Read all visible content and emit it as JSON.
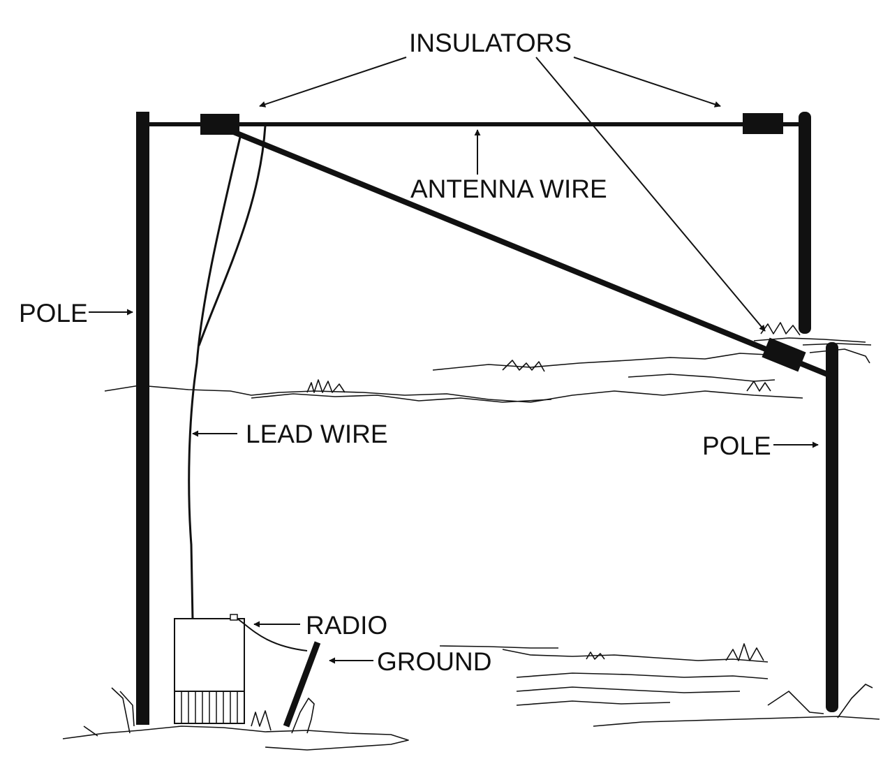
{
  "labels": {
    "insulators": "INSULATORS",
    "antenna_wire": "ANTENNA WIRE",
    "pole_left": "POLE",
    "pole_right": "POLE",
    "lead_wire": "LEAD WIRE",
    "radio": "RADIO",
    "ground": "GROUND"
  },
  "colors": {
    "ink": "#111111",
    "background": "#ffffff"
  }
}
